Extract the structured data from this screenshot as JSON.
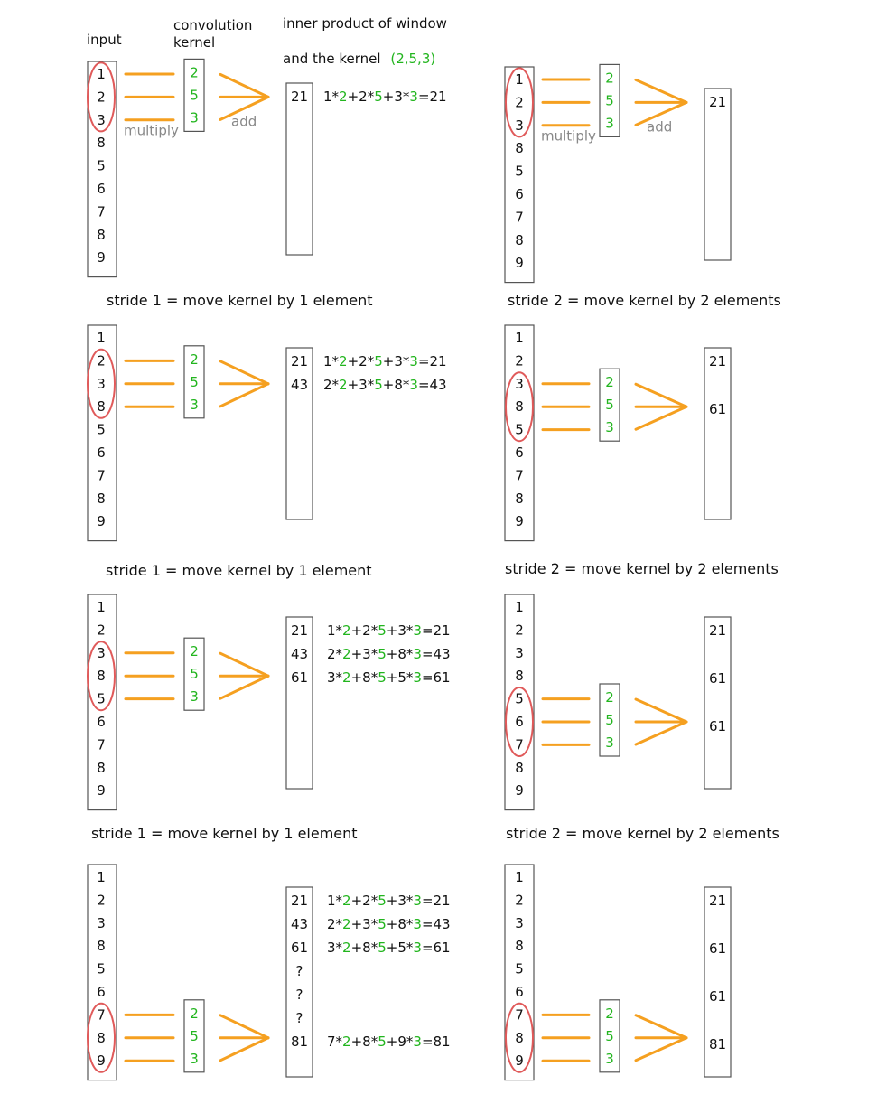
{
  "input_values": [
    "1",
    "2",
    "3",
    "8",
    "5",
    "6",
    "7",
    "8",
    "9"
  ],
  "kernel_values": [
    "2",
    "5",
    "3"
  ],
  "header": {
    "input_label": "input",
    "kernel_label_line1": "convolution",
    "kernel_label_line2": "kernel",
    "inner_line1": "inner product of window",
    "inner_line2": "and the kernel",
    "inner_line2_green": "(2,5,3)",
    "multiply_label": "multiply",
    "add_label": "add"
  },
  "captions": {
    "stride1": "stride 1 = move kernel by 1 element",
    "stride2": "stride 2 = move kernel by 2 elements"
  },
  "equations": [
    [
      [
        "1*",
        ""
      ],
      [
        "2",
        "g"
      ],
      [
        "+2*",
        ""
      ],
      [
        "5",
        "g"
      ],
      [
        "+3*",
        ""
      ],
      [
        "3",
        "g"
      ],
      [
        "=21",
        ""
      ]
    ],
    [
      [
        "2*",
        ""
      ],
      [
        "2",
        "g"
      ],
      [
        "+3*",
        ""
      ],
      [
        "5",
        "g"
      ],
      [
        "+8*",
        ""
      ],
      [
        "3",
        "g"
      ],
      [
        "=43",
        ""
      ]
    ],
    [
      [
        "3*",
        ""
      ],
      [
        "2",
        "g"
      ],
      [
        "+8*",
        ""
      ],
      [
        "5",
        "g"
      ],
      [
        "+5*",
        ""
      ],
      [
        "3",
        "g"
      ],
      [
        "=61",
        ""
      ]
    ],
    [
      [
        "7*",
        ""
      ],
      [
        "2",
        "g"
      ],
      [
        "+8*",
        ""
      ],
      [
        "5",
        "g"
      ],
      [
        "+9*",
        ""
      ],
      [
        "3",
        "g"
      ],
      [
        "=81",
        ""
      ]
    ]
  ],
  "panels": [
    {
      "side": "left",
      "row": 0,
      "window": 0,
      "outputs": [
        "21"
      ],
      "eqs": [
        0
      ],
      "labels": true
    },
    {
      "side": "right",
      "row": 0,
      "window": 0,
      "outputs": [
        "21"
      ],
      "eqs": [],
      "labels": true
    },
    {
      "side": "left",
      "row": 1,
      "window": 1,
      "outputs": [
        "21",
        "43"
      ],
      "eqs": [
        0,
        1
      ],
      "labels": false
    },
    {
      "side": "right",
      "row": 1,
      "window": 2,
      "outputs": [
        "21",
        "61"
      ],
      "eqs": [],
      "labels": false
    },
    {
      "side": "left",
      "row": 2,
      "window": 2,
      "outputs": [
        "21",
        "43",
        "61"
      ],
      "eqs": [
        0,
        1,
        2
      ],
      "labels": false
    },
    {
      "side": "right",
      "row": 2,
      "window": 4,
      "outputs": [
        "21",
        "61",
        "61"
      ],
      "eqs": [],
      "labels": false
    },
    {
      "side": "left",
      "row": 3,
      "window": 6,
      "outputs": [
        "21",
        "43",
        "61",
        "?",
        "?",
        "?",
        "81"
      ],
      "eqs": [
        0,
        1,
        2,
        3
      ],
      "labels": false
    },
    {
      "side": "right",
      "row": 3,
      "window": 6,
      "outputs": [
        "21",
        "61",
        "61",
        "81"
      ],
      "eqs": [],
      "labels": false
    }
  ]
}
